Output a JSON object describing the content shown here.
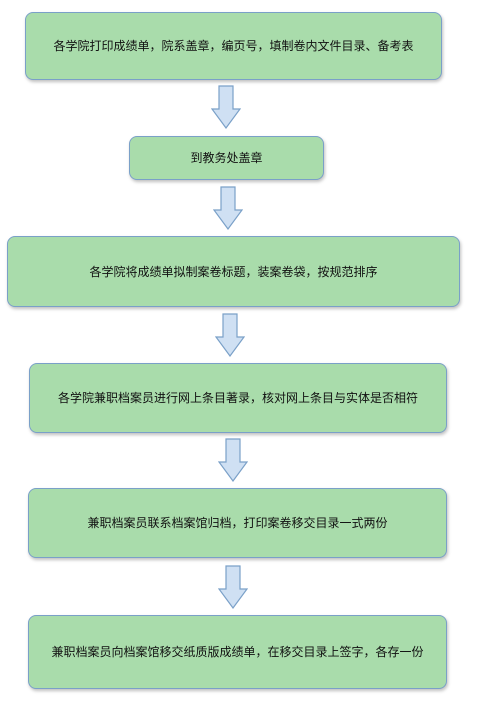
{
  "diagram": {
    "steps": [
      {
        "text": "各学院打印成绩单，院系盖章，编页号，填制卷内文件目录、备考表"
      },
      {
        "text": "到教务处盖章"
      },
      {
        "text": "各学院将成绩单拟制案卷标题，装案卷袋，按规范排序"
      },
      {
        "text": "各学院兼职档案员进行网上条目著录，核对网上条目与实体是否相符"
      },
      {
        "text": "兼职档案员联系档案馆归档，打印案卷移交目录一式两份"
      },
      {
        "text": "兼职档案员向档案馆移交纸质版成绩单，在移交目录上签字，各存一份"
      }
    ]
  },
  "colors": {
    "box_fill": "#a9dcab",
    "box_border": "#7aa0c8",
    "arrow_fill": "#cfe0f3",
    "arrow_stroke": "#7aa0c8"
  }
}
